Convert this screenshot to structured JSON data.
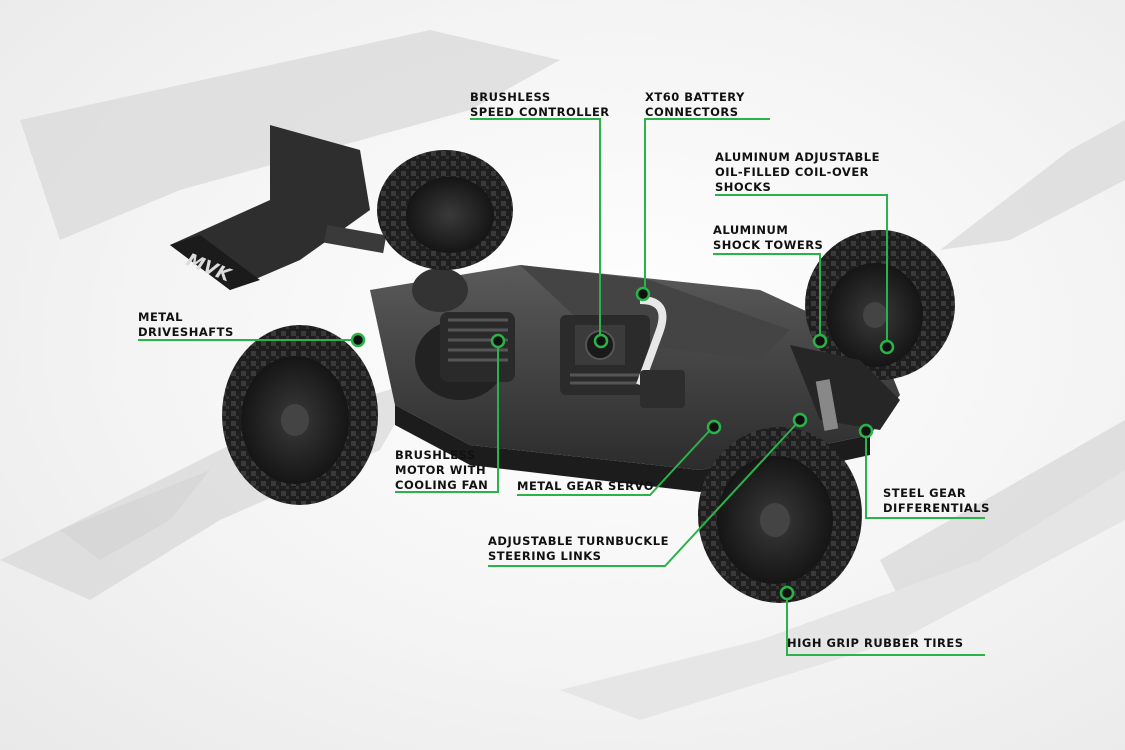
{
  "accent_color": "#2bb34a",
  "logo_text": "MVK",
  "callouts": [
    {
      "id": "brushless-speed-controller",
      "lines": [
        "BRUSHLESS",
        "SPEED CONTROLLER"
      ]
    },
    {
      "id": "xt60-battery-connectors",
      "lines": [
        "XT60 BATTERY",
        "CONNECTORS"
      ]
    },
    {
      "id": "aluminum-adjustable-shocks",
      "lines": [
        "ALUMINUM ADJUSTABLE",
        "OIL-FILLED COIL-OVER",
        "SHOCKS"
      ]
    },
    {
      "id": "aluminum-shock-towers",
      "lines": [
        "ALUMINUM",
        "SHOCK TOWERS"
      ]
    },
    {
      "id": "metal-driveshafts",
      "lines": [
        "METAL",
        "DRIVESHAFTS"
      ]
    },
    {
      "id": "brushless-motor",
      "lines": [
        "BRUSHLESS",
        "MOTOR WITH",
        "COOLING FAN"
      ]
    },
    {
      "id": "metal-gear-servo",
      "lines": [
        "METAL GEAR SERVO"
      ]
    },
    {
      "id": "steel-gear-differentials",
      "lines": [
        "STEEL GEAR",
        "DIFFERENTIALS"
      ]
    },
    {
      "id": "adjustable-steering-links",
      "lines": [
        "ADJUSTABLE TURNBUCKLE",
        "STEERING LINKS"
      ]
    },
    {
      "id": "high-grip-tires",
      "lines": [
        "HIGH GRIP RUBBER TIRES"
      ]
    }
  ]
}
